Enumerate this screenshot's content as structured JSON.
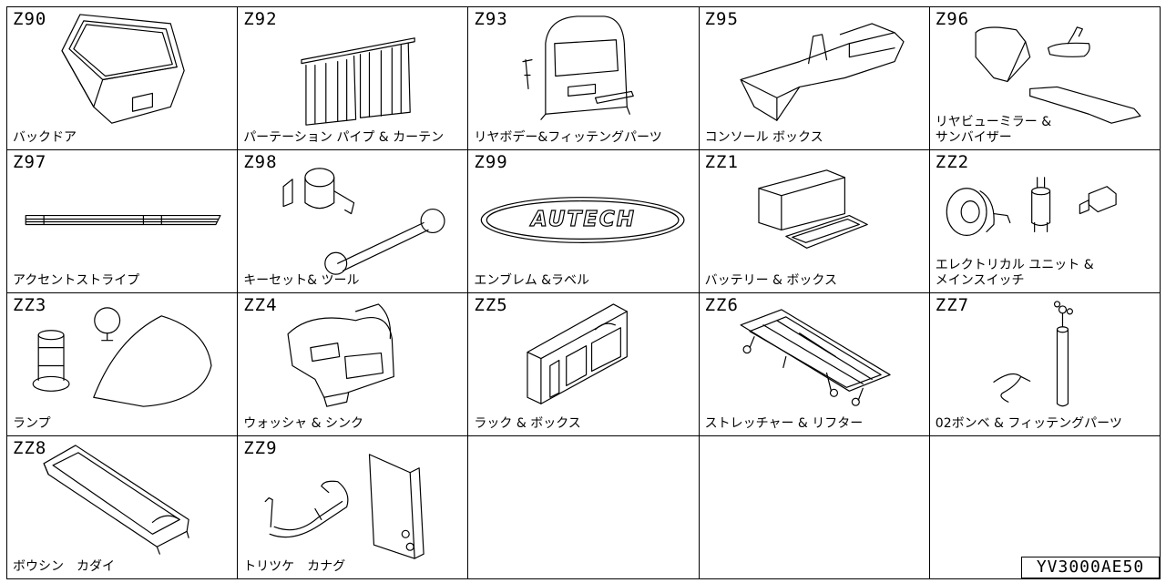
{
  "cells": [
    {
      "code": "Z90",
      "label": "バックドア"
    },
    {
      "code": "Z92",
      "label": "パーテーション パイプ & カーテン"
    },
    {
      "code": "Z93",
      "label": "リヤボデー&フィッテングパーツ"
    },
    {
      "code": "Z95",
      "label": "コンソール ボックス"
    },
    {
      "code": "Z96",
      "label": "リヤビューミラー &\nサンバイザー"
    },
    {
      "code": "Z97",
      "label": "アクセントストライプ"
    },
    {
      "code": "Z98",
      "label": "キーセット& ツール"
    },
    {
      "code": "Z99",
      "label": "エンブレム &ラベル"
    },
    {
      "code": "ZZ1",
      "label": "バッテリー & ボックス"
    },
    {
      "code": "ZZ2",
      "label": "エレクトリカル ユニット &\nメインスイッチ"
    },
    {
      "code": "ZZ3",
      "label": "ランプ"
    },
    {
      "code": "ZZ4",
      "label": "ウォッシャ & シンク"
    },
    {
      "code": "ZZ5",
      "label": "ラック & ボックス"
    },
    {
      "code": "ZZ6",
      "label": "ストレッチャー & リフター"
    },
    {
      "code": "ZZ7",
      "label": "02ボンベ & フィッテングパーツ"
    },
    {
      "code": "ZZ8",
      "label": "ボウシン　カダイ"
    },
    {
      "code": "ZZ9",
      "label": "トリツケ　カナグ"
    }
  ],
  "emblem_text": "AUTECH",
  "reference_code": "YV3000AE50"
}
